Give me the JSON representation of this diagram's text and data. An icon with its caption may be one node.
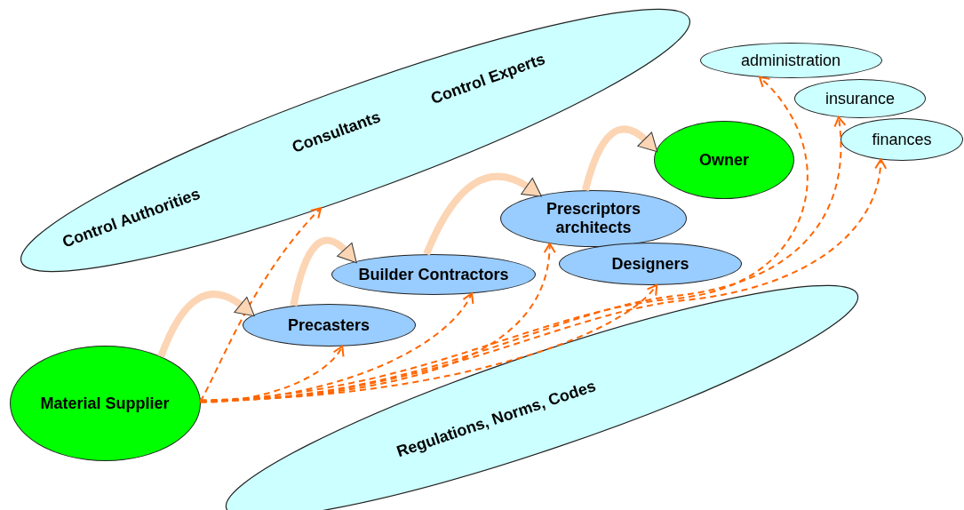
{
  "diagram": {
    "nodes": [
      {
        "text": [
          "Control Authorities",
          "Consultants",
          "Control Experts"
        ]
      },
      {
        "text": [
          "administration"
        ]
      },
      {
        "text": [
          "insurance"
        ]
      },
      {
        "text": [
          "finances"
        ]
      },
      {
        "text": [
          "Owner"
        ]
      },
      {
        "text": [
          "Prescriptors architects"
        ]
      },
      {
        "text": [
          "Builder Contractors"
        ]
      },
      {
        "text": [
          "Designers"
        ]
      },
      {
        "text": [
          "Precasters"
        ]
      },
      {
        "text": [
          "Material Supplier"
        ]
      },
      {
        "text": [
          "Regulations, Norms, Codes"
        ]
      }
    ],
    "edges": [
      {
        "from": 9,
        "to": 0,
        "arrow": "to",
        "style": "dashed"
      },
      {
        "from": 9,
        "to": 8,
        "arrow": "to",
        "style": "dashed"
      },
      {
        "from": 9,
        "to": 6,
        "arrow": "to",
        "style": "dashed"
      },
      {
        "from": 9,
        "to": 5,
        "arrow": "to",
        "style": "dashed"
      },
      {
        "from": 9,
        "to": 7,
        "arrow": "to",
        "style": "dashed"
      },
      {
        "from": 9,
        "to": 1,
        "arrow": "to",
        "style": "dashed"
      },
      {
        "from": 9,
        "to": 2,
        "arrow": "to",
        "style": "dashed"
      },
      {
        "from": 9,
        "to": 3,
        "arrow": "to",
        "style": "dashed"
      },
      {
        "from": 9,
        "to": 8,
        "arrow": "to",
        "style": "thick",
        "color": "#fcd5b4"
      },
      {
        "from": 8,
        "to": 6,
        "arrow": "to",
        "style": "thick",
        "color": "#fcd5b4"
      },
      {
        "from": 6,
        "to": 5,
        "arrow": "to",
        "style": "thick",
        "color": "#fcd5b4"
      },
      {
        "from": 5,
        "to": 4,
        "arrow": "to",
        "style": "thick",
        "color": "#fcd5b4"
      }
    ]
  }
}
